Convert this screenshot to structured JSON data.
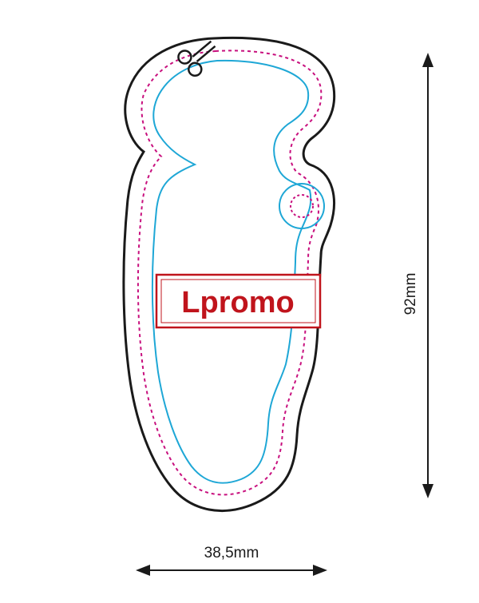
{
  "logo": {
    "text": "Lpromo",
    "color": "#c0141c"
  },
  "dimensions": {
    "width_label": "38,5mm",
    "height_label": "92mm"
  },
  "colors": {
    "cut_line": "#1a1a1a",
    "bleed_line": "#c8107e",
    "safe_line": "#1ea7d6",
    "arrow": "#1a1a1a"
  },
  "icons": {
    "cut_marker": "scissors-icon"
  }
}
